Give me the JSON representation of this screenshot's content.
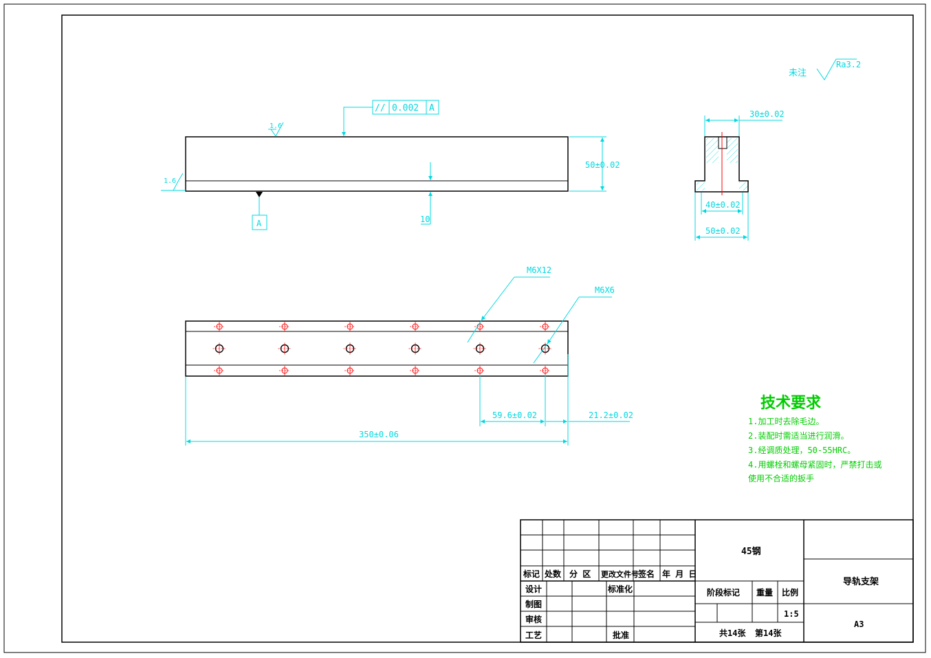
{
  "colors": {
    "outline": "#000000",
    "dimension": "#00d8e0",
    "centerline": "#ff0000",
    "hatch": "#00d8e0",
    "notes": "#00cc00"
  },
  "surface_note": {
    "label": "未注",
    "roughness": "Ra3.2"
  },
  "tolerance_frame": {
    "symbol": "//",
    "value": "0.002",
    "datum": "A"
  },
  "front_view": {
    "roughness_top": "1.6",
    "roughness_left": "1.6",
    "datum_label": "A",
    "dim_height": "50±0.02",
    "dim_step": "10"
  },
  "side_view": {
    "dim_top": "30±0.02",
    "dim_mid": "40±0.02",
    "dim_bottom": "50±0.02"
  },
  "top_view": {
    "thread_a": "M6X12",
    "thread_b": "M6X6",
    "dim_pitch": "59.6±0.02",
    "dim_edge": "21.2±0.02",
    "dim_length": "350±0.06"
  },
  "tech_req": {
    "title": "技术要求",
    "items": [
      "1.加工时去除毛边。",
      "2.装配时需适当进行润滑。",
      "3.经调质处理，50-55HRC。",
      "4.用螺栓和螺母紧固时，严禁打击或",
      "使用不合适的扳手"
    ]
  },
  "title_block": {
    "h_mark": "标记",
    "h_count": "处数",
    "h_zone": "分 区",
    "h_docno": "更改文件号",
    "h_sign": "签名",
    "h_date": "年 月 日",
    "r_design": "设计",
    "r_standard": "标准化",
    "r_draw": "制图",
    "r_check": "审核",
    "r_process": "工艺",
    "r_approve": "批准",
    "material": "45钢",
    "stage_mark": "阶段标记",
    "weight": "重量",
    "scale_label": "比例",
    "scale": "1:5",
    "sheets": "共14张",
    "sheet_no": "第14张",
    "part_name": "导轨支架",
    "paper": "A3"
  }
}
